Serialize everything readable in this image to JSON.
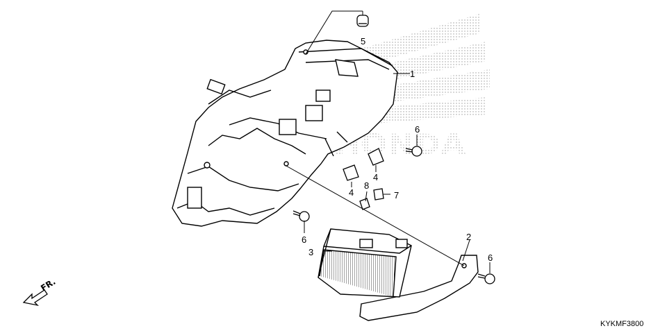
{
  "callouts": {
    "c1": "1",
    "c2": "2",
    "c3": "3",
    "c4a": "4",
    "c4b": "4",
    "c5": "5",
    "c6a": "6",
    "c6b": "6",
    "c6c": "6",
    "c7": "7",
    "c8": "8"
  },
  "direction_label": "FR.",
  "diagram_code": "KYKMF3800",
  "watermark": {
    "text": "HONDA"
  }
}
